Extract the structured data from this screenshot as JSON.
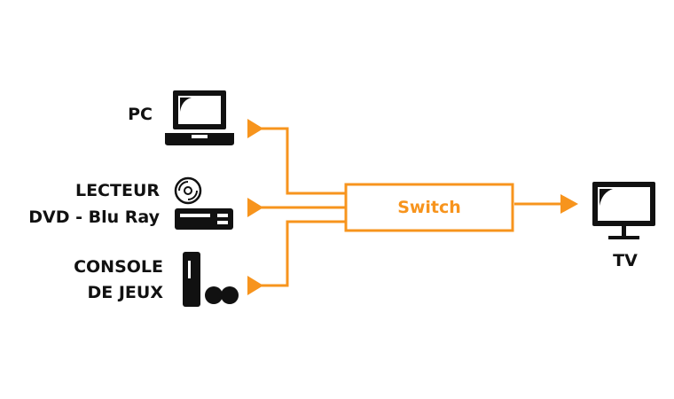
{
  "diagram": {
    "inputs": [
      {
        "id": "pc",
        "label_lines": [
          "PC"
        ],
        "icon": "laptop-icon"
      },
      {
        "id": "dvd",
        "label_lines": [
          "LECTEUR",
          "DVD - Blu Ray"
        ],
        "icon": "dvd-player-icon"
      },
      {
        "id": "console",
        "label_lines": [
          "CONSOLE",
          "DE JEUX"
        ],
        "icon": "game-console-icon"
      }
    ],
    "hub": {
      "label": "Switch"
    },
    "output": {
      "label": "TV",
      "icon": "tv-icon"
    },
    "colors": {
      "accent": "#f7941d",
      "icon": "#111111",
      "text": "#111111"
    }
  }
}
